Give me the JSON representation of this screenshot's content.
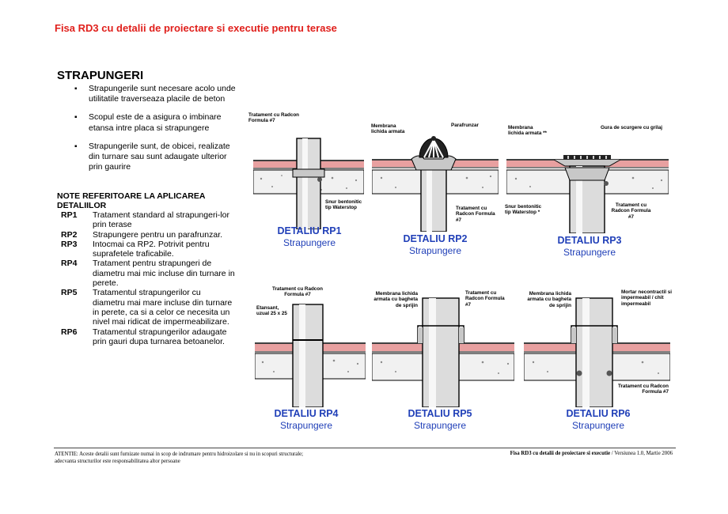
{
  "header": {
    "title": "Fisa RD3 cu detalii de proiectare si executie pentru terase"
  },
  "section": {
    "heading": "STRAPUNGERI",
    "bullets": [
      "Strapungerile sunt necesare acolo unde utilitatile traverseaza placile de beton",
      "Scopul este de a asigura o imbinare etansa intre placa si strapungere",
      "Strapungerile sunt, de obicei, realizate din turnare sau sunt adaugate ulterior prin gaurire"
    ]
  },
  "notes": {
    "heading": "NOTE REFERITOARE LA APLICAREA DETALIILOR",
    "items": [
      {
        "code": "RP1",
        "text": "Tratament standard al strapungeri-lor prin terase"
      },
      {
        "code": "RP2",
        "text": "Strapungere pentru un parafrunzar."
      },
      {
        "code": "RP3",
        "text": "Intocmai ca RP2. Potrivit pentru suprafetele traficabile."
      },
      {
        "code": "RP4",
        "text": "Tratament pentru strapungeri de diametru mai mic incluse din turnare in perete."
      },
      {
        "code": "RP5",
        "text": "Tratamentul strapungerilor cu diametru mai mare incluse din turnare in perete, ca si a celor ce necesita un nivel mai ridicat de impermeabilizare."
      },
      {
        "code": "RP6",
        "text": "Tratamentul strapungerilor adaugate prin gauri dupa turnarea betoanelor."
      }
    ]
  },
  "details": {
    "rp1": {
      "title": "DETALIU RP1",
      "subtitle": "Strapungere",
      "labels": [
        "Tratament cu Radcon Formula #7",
        "Snur bentonitic tip Waterstop"
      ]
    },
    "rp2": {
      "title": "DETALIU RP2",
      "subtitle": "Strapungere",
      "labels": [
        "Membrana lichida armata",
        "Parafrunzar",
        "Tratament cu Radcon Formula #7"
      ]
    },
    "rp3": {
      "title": "DETALIU RP3",
      "subtitle": "Strapungere",
      "labels": [
        "Membrana lichida armata **",
        "Gura de scurgere cu grilaj",
        "Snur bentonitic tip Waterstop *",
        "Tratament cu Radcon Formula #7"
      ]
    },
    "rp4": {
      "title": "DETALIU RP4",
      "subtitle": "Strapungere",
      "labels": [
        "Tratament cu Radcon Formula #7",
        "Etansant, uzual 25 x 25"
      ]
    },
    "rp5": {
      "title": "DETALIU RP5",
      "subtitle": "Strapungere",
      "labels": [
        "Membrana lichida armata cu bagheta de sprijin",
        "Tratament cu Radcon Formula #7"
      ]
    },
    "rp6": {
      "title": "DETALIU RP6",
      "subtitle": "Strapungere",
      "labels": [
        "Membrana lichida armata cu bagheta de sprijin",
        "Mortar necontractil si impermeabil / chit impermeabil",
        "Tratament cu Radcon Formula #7"
      ]
    }
  },
  "footer": {
    "left_line1": "ATENTIE: Aceste detalii sunt furnizate numai in scop de indrumare pentru hidroizolare si nu in scopuri structurale;",
    "left_line2": "adecvanta structurilor este responsabilitatea altor persoane",
    "right_bold": "Fisa RD3 cu detalii de proiectare si executie",
    "right_rest": " / Versiunea 1.0, Martie 2006"
  },
  "colors": {
    "title_red": "#e0201c",
    "detail_blue": "#2140b8",
    "membrane_pink": "#e8a0a0"
  }
}
